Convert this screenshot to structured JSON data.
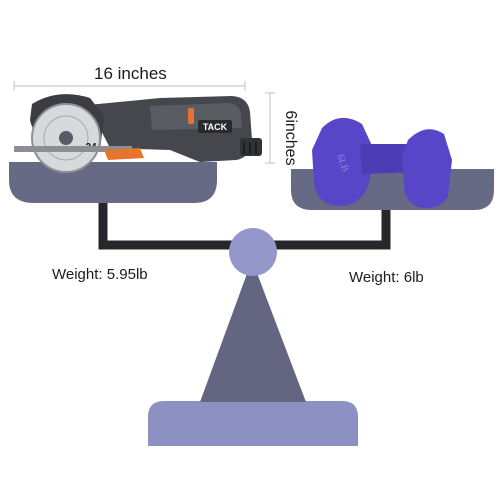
{
  "dimensions": {
    "width_label": "16 inches",
    "height_label": "6inches"
  },
  "left_pan": {
    "weight_label": "Weight: 5.95lb",
    "saw": {
      "brand_label": "TACK",
      "blade_number": "24"
    }
  },
  "right_pan": {
    "weight_label": "Weight: 6lb",
    "dumbbell_label": "6LB"
  },
  "colors": {
    "pan": "#676a85",
    "beam": "#27272b",
    "pivot": "#9497c9",
    "pillar": "#646681",
    "base": "#8d90c2",
    "dumbbell": "#5846c8",
    "saw_body": "#45474d",
    "accent": "#e8742b",
    "dimension_line": "#c2c2c2"
  }
}
